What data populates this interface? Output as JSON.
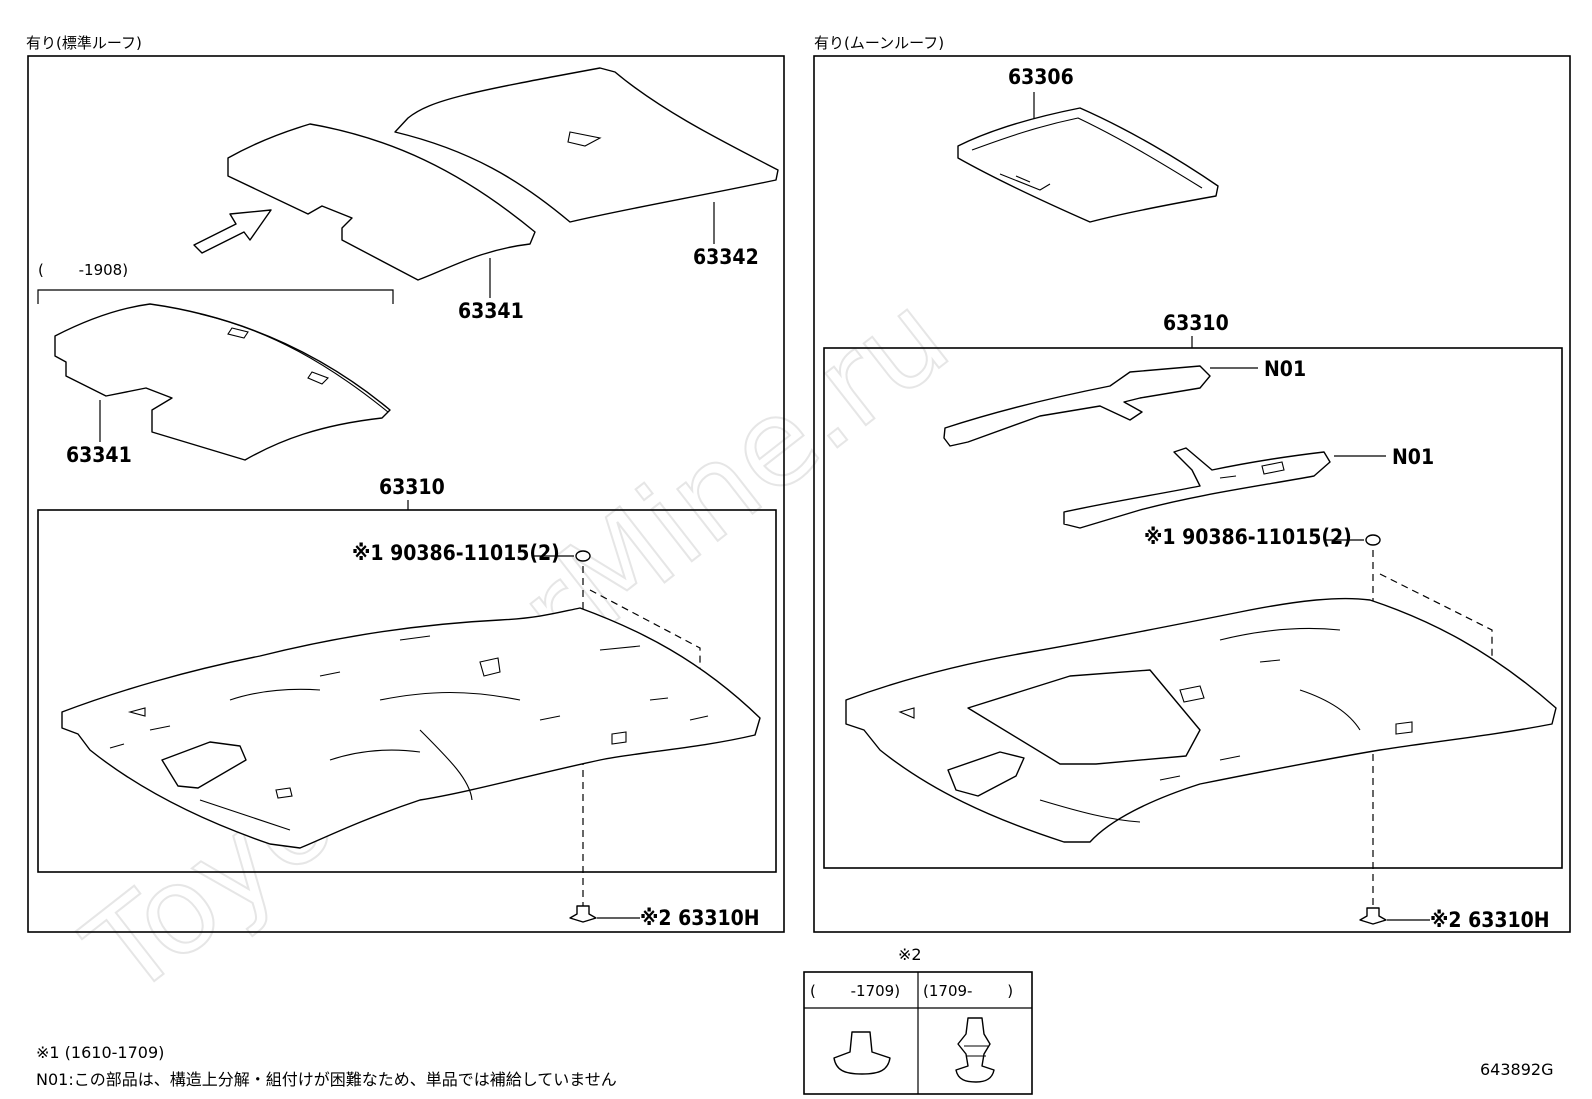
{
  "left_panel": {
    "title": "有り(標準ルーフ)",
    "date_range": "(　　 -1908)",
    "parts": {
      "pad_upper": "63341",
      "pad_rear": "63342",
      "pad_old": "63341",
      "headlining": "63310",
      "clip": "※1 90386-11015(2)",
      "clip_bottom": "※2 63310H"
    }
  },
  "right_panel": {
    "title": "有り(ムーンルーフ)",
    "parts": {
      "sunshade": "63306",
      "headlining": "63310",
      "bracket_1": "N01",
      "bracket_2": "N01",
      "clip": "※1 90386-11015(2)",
      "clip_bottom": "※2 63310H"
    }
  },
  "legend_table": {
    "title": "※2",
    "col1_header": "(　　 -1709)",
    "col2_header": "(1709-　　 )"
  },
  "notes": {
    "note1": "※1 (1610-1709)",
    "note2": "N01:この部品は、構造上分解・組付けが困難なため、単品では補給していません"
  },
  "drawing_id": "643892G",
  "watermark": "ToyotaCarMine.ru"
}
